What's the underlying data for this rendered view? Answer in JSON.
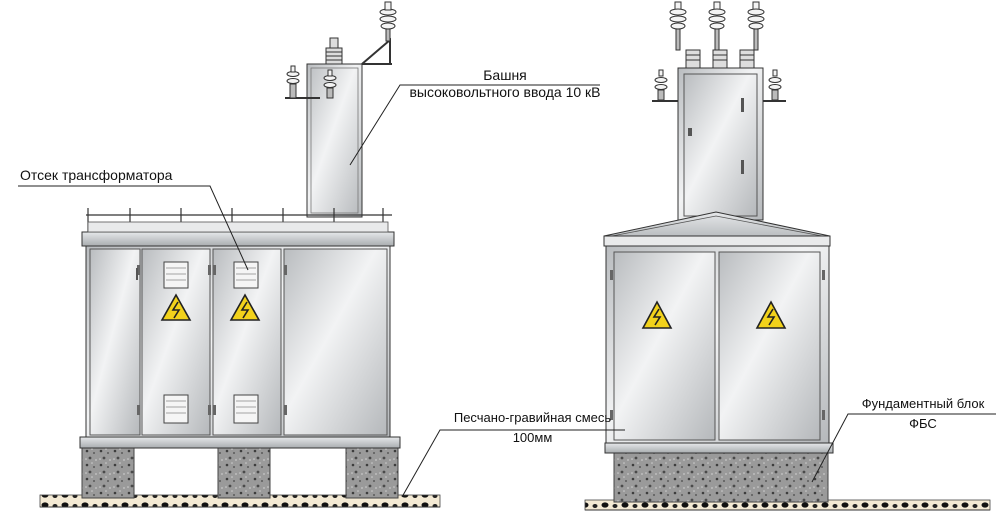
{
  "labels": {
    "tower_line1": "Башня",
    "tower_line2": "высоковольтного ввода 10 кВ",
    "transformer_compartment": "Отсек трансформатора",
    "sand_gravel_line1": "Песчано-гравийная смесь",
    "sand_gravel_line2": "100мм",
    "foundation_line1": "Фундаментный блок",
    "foundation_line2": "ФБС"
  },
  "colors": {
    "panel": "#c9ccce",
    "panel_light": "#eef0f1",
    "outline": "#333333",
    "warning_yellow": "#f2d21b",
    "gravel": "#8a8a8a"
  }
}
